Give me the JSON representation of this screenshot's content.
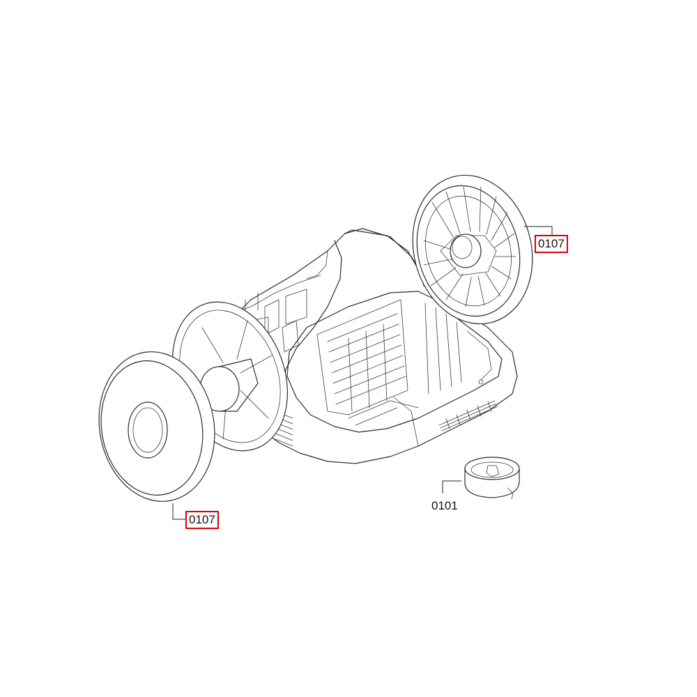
{
  "diagram": {
    "callouts": [
      {
        "id": "right-wheel",
        "label": "0107",
        "highlighted": true,
        "highlight_color": "#d40000"
      },
      {
        "id": "left-wheel",
        "label": "0107",
        "highlighted": true,
        "highlight_color": "#d40000"
      },
      {
        "id": "wheel-cap",
        "label": "0101",
        "highlighted": false
      }
    ]
  }
}
